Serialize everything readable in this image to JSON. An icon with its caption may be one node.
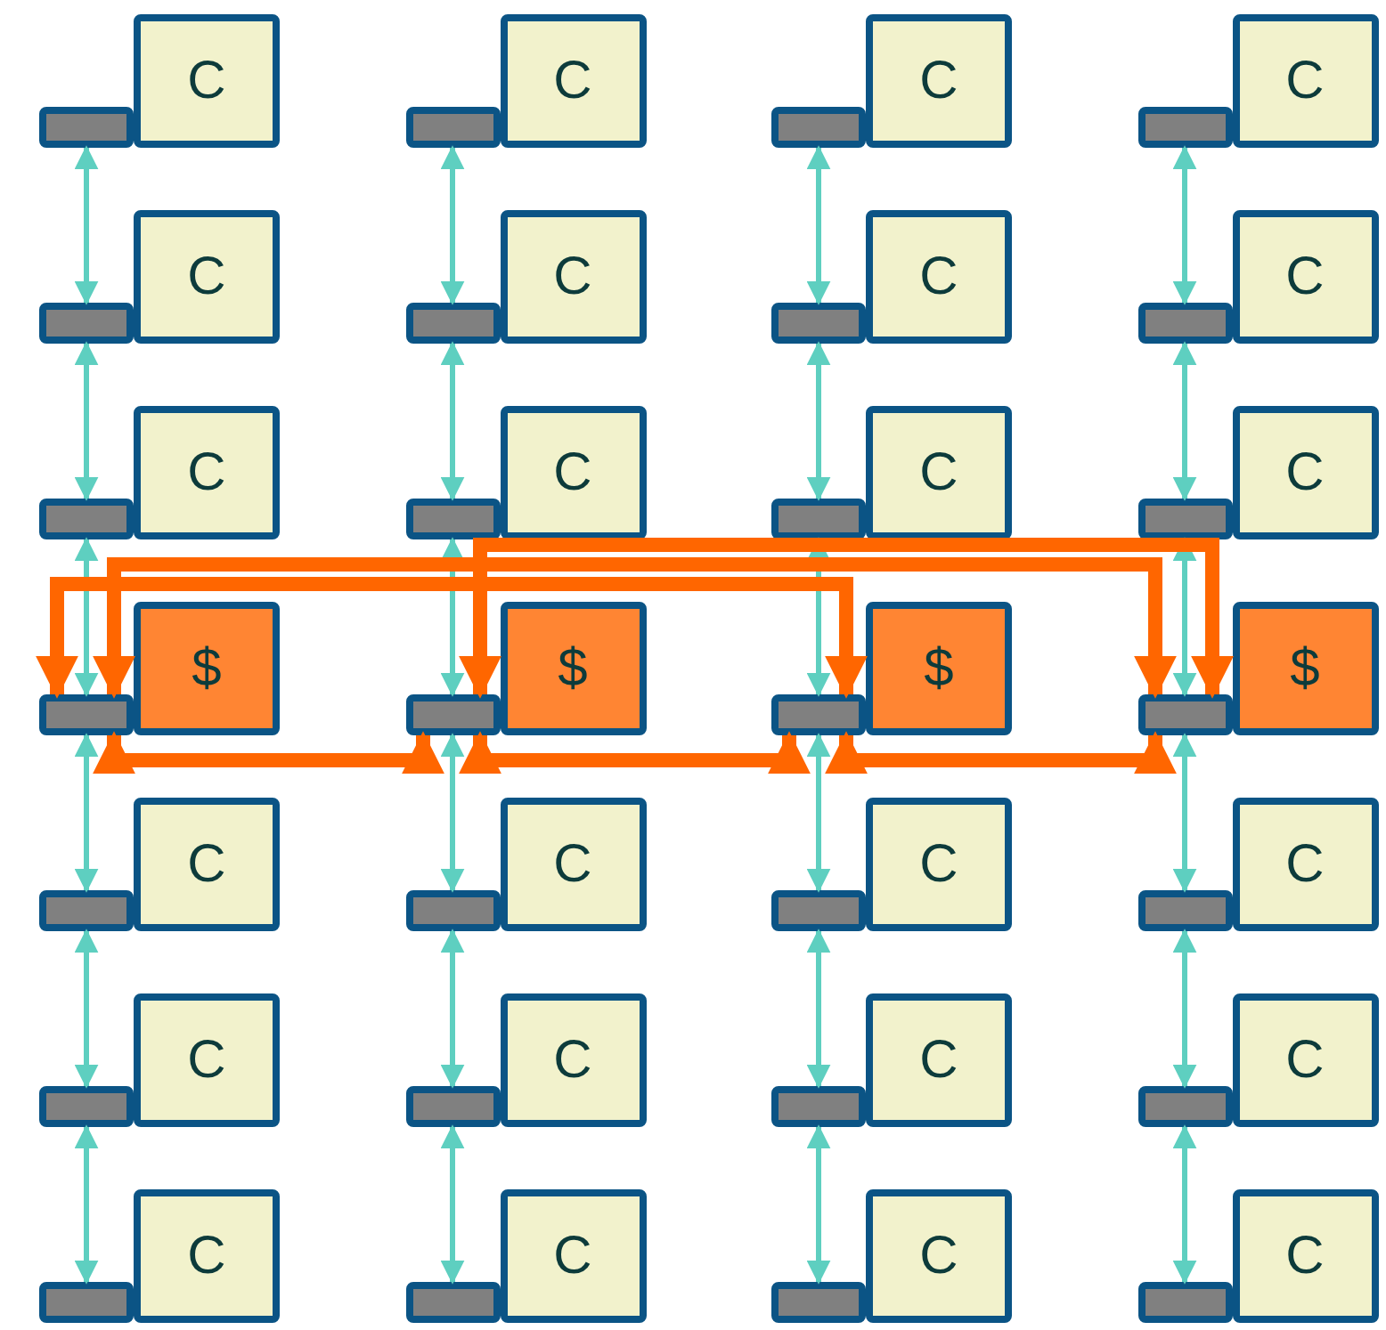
{
  "diagram": {
    "nodes": [
      {
        "text": [],
        "shape": "bar"
      },
      {
        "text": [
          "C"
        ]
      },
      {
        "text": [],
        "shape": "bar"
      },
      {
        "text": [
          "C"
        ]
      },
      {
        "text": [],
        "shape": "bar"
      },
      {
        "text": [
          "C"
        ]
      },
      {
        "text": [],
        "shape": "bar"
      },
      {
        "text": [
          "C"
        ]
      },
      {
        "text": [],
        "shape": "bar"
      },
      {
        "text": [
          "C"
        ]
      },
      {
        "text": [],
        "shape": "bar"
      },
      {
        "text": [
          "C"
        ]
      },
      {
        "text": [],
        "shape": "bar"
      },
      {
        "text": [
          "C"
        ]
      },
      {
        "text": [],
        "shape": "bar"
      },
      {
        "text": [
          "C"
        ]
      },
      {
        "text": [],
        "shape": "bar"
      },
      {
        "text": [
          "C"
        ]
      },
      {
        "text": [],
        "shape": "bar"
      },
      {
        "text": [
          "C"
        ]
      },
      {
        "text": [],
        "shape": "bar"
      },
      {
        "text": [
          "C"
        ]
      },
      {
        "text": [],
        "shape": "bar"
      },
      {
        "text": [
          "C"
        ]
      },
      {
        "text": [],
        "shape": "bar"
      },
      {
        "text": [
          "$"
        ]
      },
      {
        "text": [],
        "shape": "bar"
      },
      {
        "text": [
          "$"
        ]
      },
      {
        "text": [],
        "shape": "bar"
      },
      {
        "text": [
          "$"
        ]
      },
      {
        "text": [],
        "shape": "bar"
      },
      {
        "text": [
          "$"
        ]
      },
      {
        "text": [],
        "shape": "bar"
      },
      {
        "text": [
          "C"
        ]
      },
      {
        "text": [],
        "shape": "bar"
      },
      {
        "text": [
          "C"
        ]
      },
      {
        "text": [],
        "shape": "bar"
      },
      {
        "text": [
          "C"
        ]
      },
      {
        "text": [],
        "shape": "bar"
      },
      {
        "text": [
          "C"
        ]
      },
      {
        "text": [],
        "shape": "bar"
      },
      {
        "text": [
          "C"
        ]
      },
      {
        "text": [],
        "shape": "bar"
      },
      {
        "text": [
          "C"
        ]
      },
      {
        "text": [],
        "shape": "bar"
      },
      {
        "text": [
          "C"
        ]
      },
      {
        "text": [],
        "shape": "bar"
      },
      {
        "text": [
          "C"
        ]
      },
      {
        "text": [],
        "shape": "bar"
      },
      {
        "text": [
          "C"
        ]
      },
      {
        "text": [],
        "shape": "bar"
      },
      {
        "text": [
          "C"
        ]
      },
      {
        "text": [],
        "shape": "bar"
      },
      {
        "text": [
          "C"
        ]
      },
      {
        "text": [],
        "shape": "bar"
      },
      {
        "text": [
          "C"
        ]
      }
    ],
    "edges": [
      {
        "from": 0,
        "to": 8,
        "arrow": "both"
      },
      {
        "from": 8,
        "to": 16,
        "arrow": "both"
      },
      {
        "from": 16,
        "to": 24,
        "arrow": "both"
      },
      {
        "from": 24,
        "to": 32,
        "arrow": "both"
      },
      {
        "from": 32,
        "to": 40,
        "arrow": "both"
      },
      {
        "from": 40,
        "to": 48,
        "arrow": "both"
      },
      {
        "from": 2,
        "to": 10,
        "arrow": "both"
      },
      {
        "from": 10,
        "to": 18,
        "arrow": "both"
      },
      {
        "from": 18,
        "to": 26,
        "arrow": "both"
      },
      {
        "from": 26,
        "to": 34,
        "arrow": "both"
      },
      {
        "from": 34,
        "to": 42,
        "arrow": "both"
      },
      {
        "from": 42,
        "to": 50,
        "arrow": "both"
      },
      {
        "from": 4,
        "to": 12,
        "arrow": "both"
      },
      {
        "from": 12,
        "to": 20,
        "arrow": "both"
      },
      {
        "from": 20,
        "to": 28,
        "arrow": "both"
      },
      {
        "from": 28,
        "to": 36,
        "arrow": "both"
      },
      {
        "from": 36,
        "to": 44,
        "arrow": "both"
      },
      {
        "from": 44,
        "to": 52,
        "arrow": "both"
      },
      {
        "from": 6,
        "to": 14,
        "arrow": "both"
      },
      {
        "from": 14,
        "to": 22,
        "arrow": "both"
      },
      {
        "from": 22,
        "to": 30,
        "arrow": "both"
      },
      {
        "from": 30,
        "to": 38,
        "arrow": "both"
      },
      {
        "from": 38,
        "to": 46,
        "arrow": "both"
      },
      {
        "from": 46,
        "to": 54,
        "arrow": "both"
      },
      {
        "from": 24,
        "to": 28,
        "arrow": "both",
        "style": "thick",
        "color": "#ff6600"
      },
      {
        "from": 24,
        "to": 30,
        "arrow": "both",
        "style": "thick",
        "color": "#ff6600"
      },
      {
        "from": 26,
        "to": 30,
        "arrow": "both",
        "style": "thick",
        "color": "#ff6600"
      },
      {
        "from": 24,
        "to": 26,
        "arrow": "both",
        "style": "thick",
        "color": "#ff6600"
      },
      {
        "from": 26,
        "to": 28,
        "arrow": "both",
        "style": "thick",
        "color": "#ff6600"
      },
      {
        "from": 28,
        "to": 30,
        "arrow": "both",
        "style": "thick",
        "color": "#ff6600"
      }
    ]
  }
}
